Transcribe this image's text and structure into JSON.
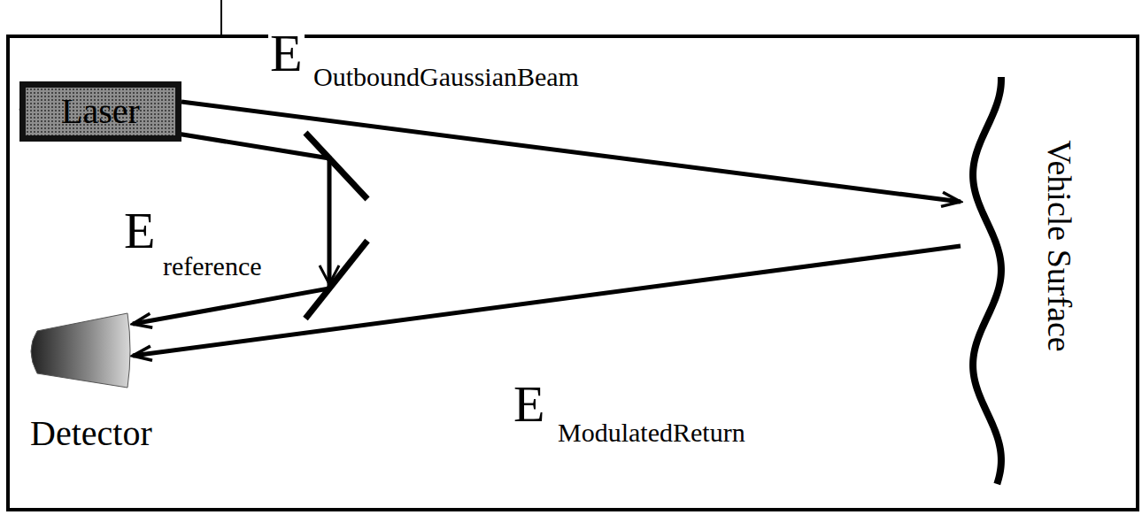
{
  "diagram": {
    "nodes": [
      {
        "text": [
          "Laser"
        ]
      },
      {
        "text": [
          "Detector"
        ]
      },
      {
        "text": [
          "Vehicle Surface"
        ]
      }
    ],
    "edges": [
      {
        "from": 0,
        "to": 2,
        "arrow": "to"
      },
      {
        "from": 0,
        "to": 1,
        "arrow": "to"
      },
      {
        "from": 2,
        "to": 1,
        "arrow": "to"
      }
    ],
    "labels": [
      "E",
      "OutboundGaussianBeam",
      "E",
      "reference",
      "E",
      "ModulatedReturn"
    ]
  }
}
